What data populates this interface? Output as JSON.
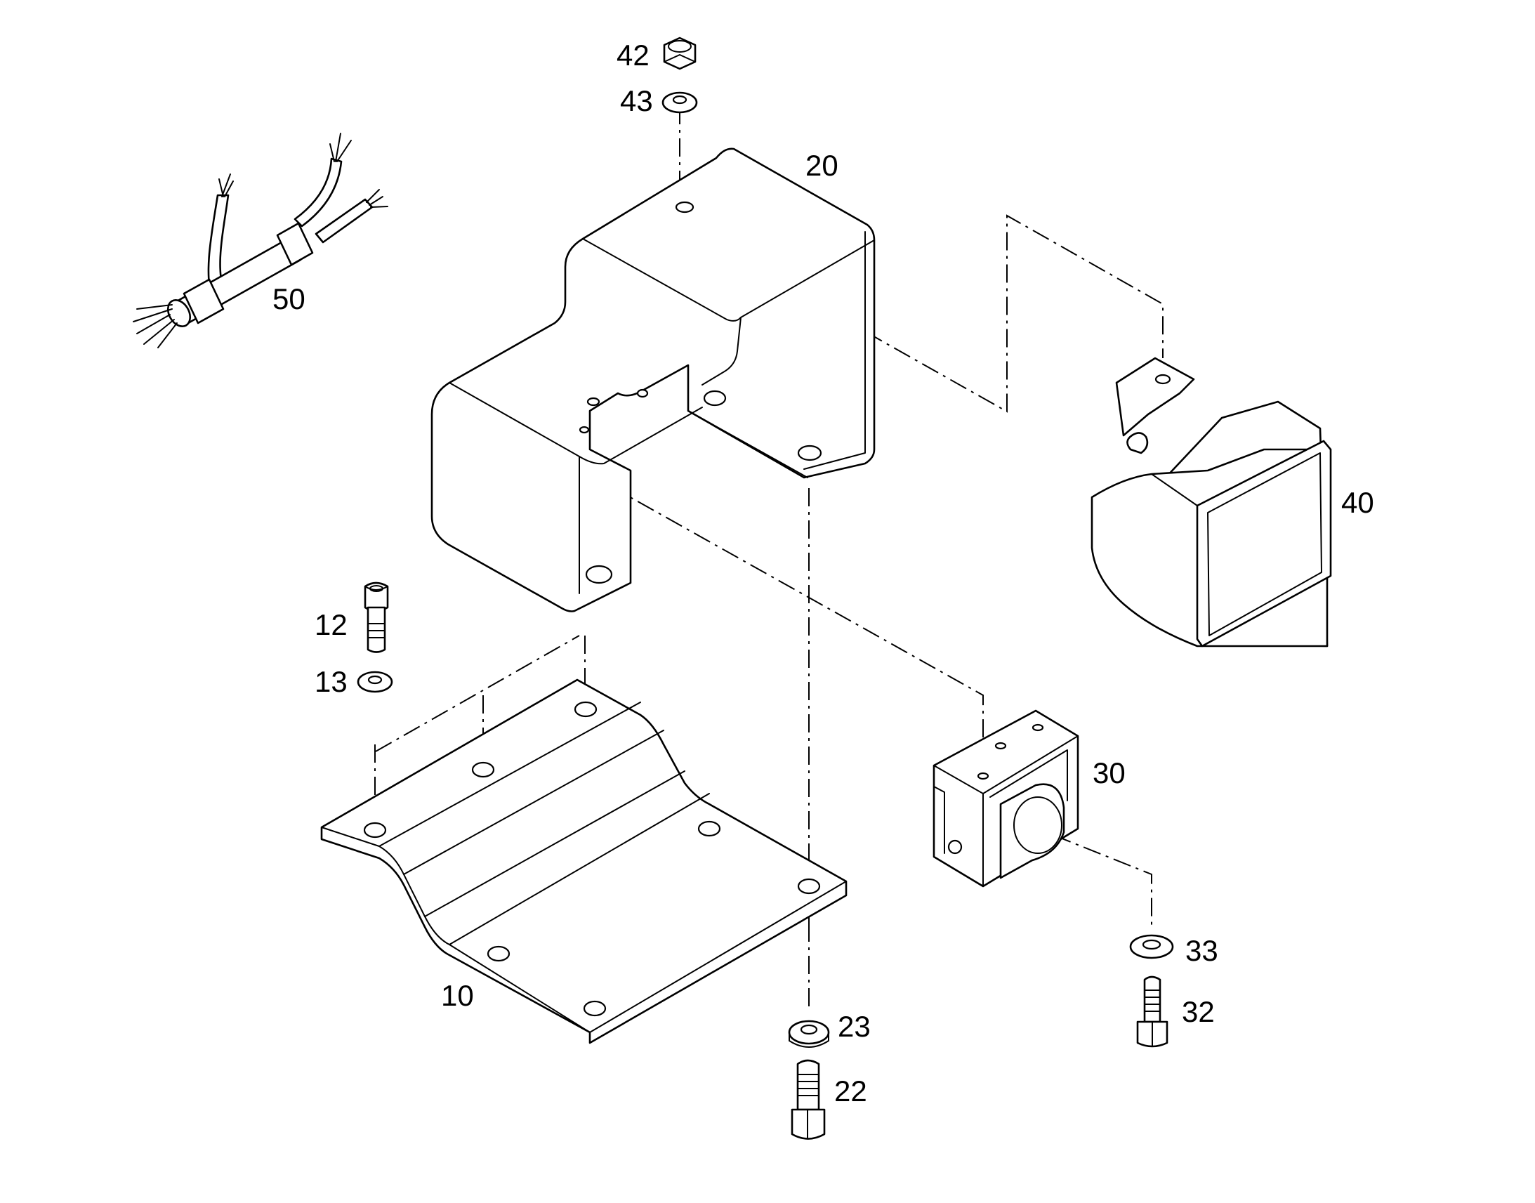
{
  "callouts": {
    "c10": "10",
    "c12": "12",
    "c13": "13",
    "c20": "20",
    "c22": "22",
    "c23": "23",
    "c30": "30",
    "c32": "32",
    "c33": "33",
    "c40": "40",
    "c42": "42",
    "c43": "43",
    "c50": "50"
  },
  "colors": {
    "line": "#000000",
    "background": "#ffffff"
  }
}
